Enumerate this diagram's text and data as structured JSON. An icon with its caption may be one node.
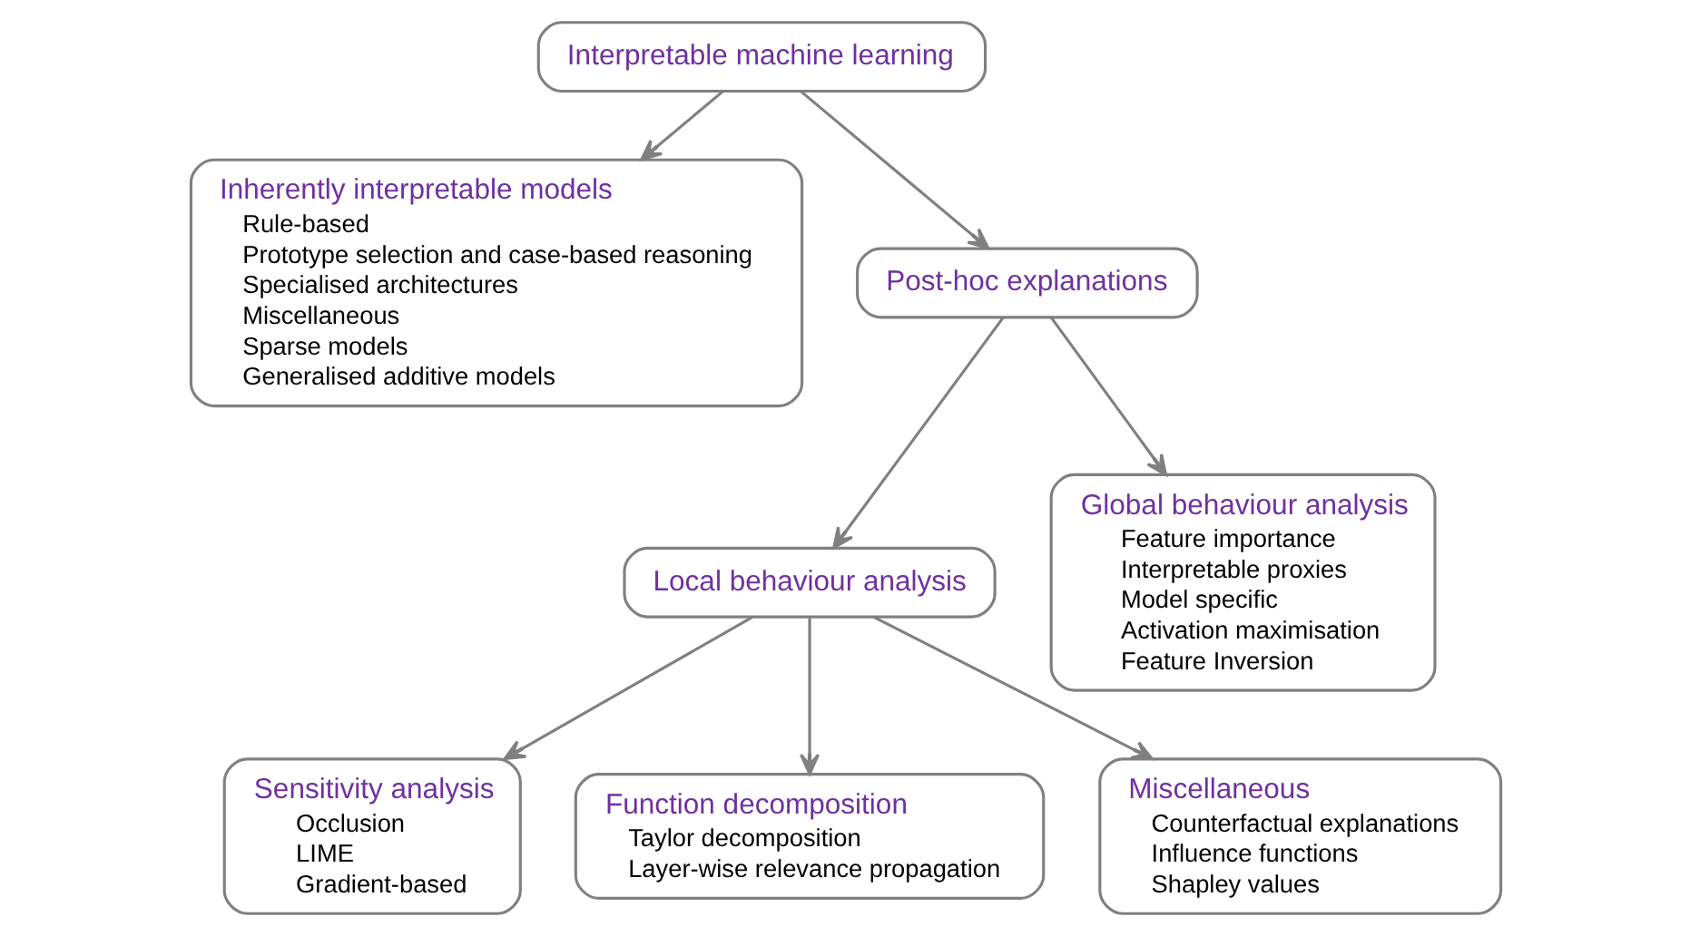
{
  "diagram": {
    "nodes": [
      {
        "text": [
          "Interpretable machine learning"
        ]
      },
      {
        "text": [
          "Inherently interpretable models",
          "Rule-based",
          "Prototype selection and case-based reasoning",
          "Specialised architectures",
          "Miscellaneous",
          "Sparse models",
          "Generalised additive models"
        ]
      },
      {
        "text": [
          "Post-hoc explanations"
        ]
      },
      {
        "text": [
          "Local behaviour analysis"
        ]
      },
      {
        "text": [
          "Global behaviour analysis",
          "Feature importance",
          "Interpretable proxies",
          "Model specific",
          "Activation maximisation",
          "Feature Inversion"
        ]
      },
      {
        "text": [
          "Sensitivity analysis",
          "Occlusion",
          "LIME",
          "Gradient-based"
        ]
      },
      {
        "text": [
          "Function decomposition",
          "Taylor decomposition",
          "Layer-wise relevance propagation"
        ]
      },
      {
        "text": [
          "Miscellaneous",
          "Counterfactual explanations",
          "Influence functions",
          "Shapley values"
        ]
      }
    ],
    "edges": [
      {
        "from": 0,
        "to": 1,
        "arrow": "to"
      },
      {
        "from": 0,
        "to": 2,
        "arrow": "to"
      },
      {
        "from": 2,
        "to": 3,
        "arrow": "to"
      },
      {
        "from": 2,
        "to": 4,
        "arrow": "to"
      },
      {
        "from": 3,
        "to": 5,
        "arrow": "to"
      },
      {
        "from": 3,
        "to": 6,
        "arrow": "to"
      },
      {
        "from": 3,
        "to": 7,
        "arrow": "to"
      }
    ]
  }
}
